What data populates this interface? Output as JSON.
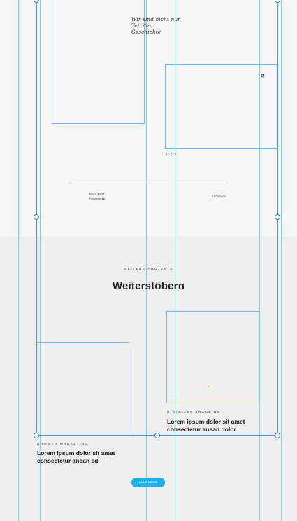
{
  "hero": {
    "script_quote": "Wir sind nicht nur Teil der Geschichte",
    "pagination": "1 2 3",
    "author_name": "Mara Klinz",
    "author_role": "Formendesign",
    "date": "27.03.2020"
  },
  "more_projects": {
    "eyebrow": "Weitere Projekte",
    "heading": "Weiterstöbern"
  },
  "cards": [
    {
      "category": "Digitales Branding",
      "title": "Lorem ipsum dolor sit amet consectetur anean dolor"
    },
    {
      "category": "Growth Marketing",
      "title": "Lorem ipsum dolor sit amet consectetur anean ed"
    }
  ],
  "cta": {
    "label": "ALLE NEWS"
  },
  "colors": {
    "guide": "#5fe0dc",
    "frame": "#4a8fe0",
    "accent": "#1db0ee",
    "top_bg": "#f6f6f6",
    "bottom_bg": "#efefef"
  }
}
